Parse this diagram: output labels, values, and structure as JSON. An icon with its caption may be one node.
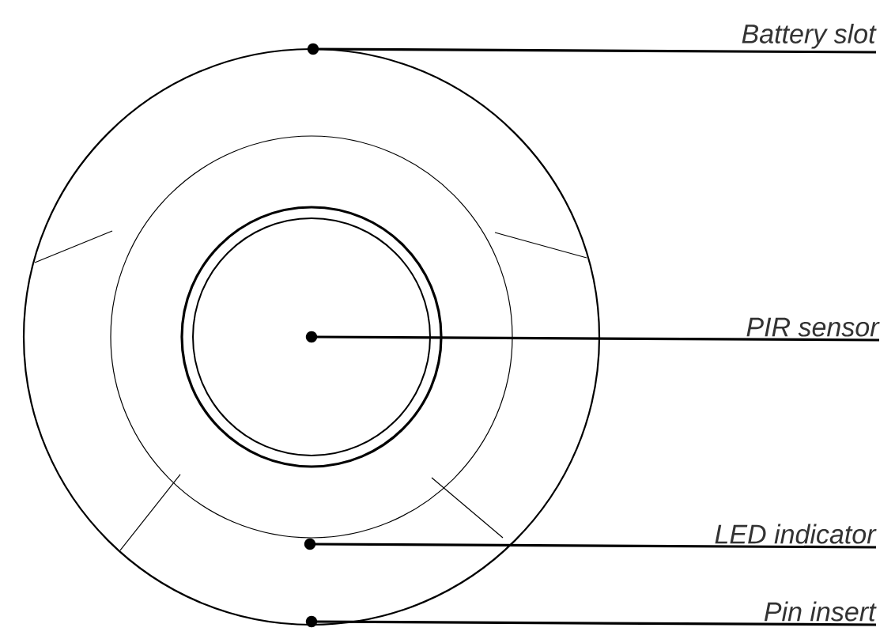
{
  "diagram": {
    "nodes": [
      {
        "text": [
          "Battery slot"
        ]
      },
      {
        "text": [
          "PIR sensor"
        ]
      },
      {
        "text": [
          "LED indicator"
        ]
      },
      {
        "text": [
          "Pin insert"
        ]
      }
    ],
    "edges": [
      {
        "from": 0,
        "to": null,
        "arrow": "other"
      },
      {
        "from": 1,
        "to": null,
        "arrow": "other"
      },
      {
        "from": 2,
        "to": null,
        "arrow": "other"
      },
      {
        "from": 3,
        "to": null,
        "arrow": "other"
      }
    ]
  }
}
